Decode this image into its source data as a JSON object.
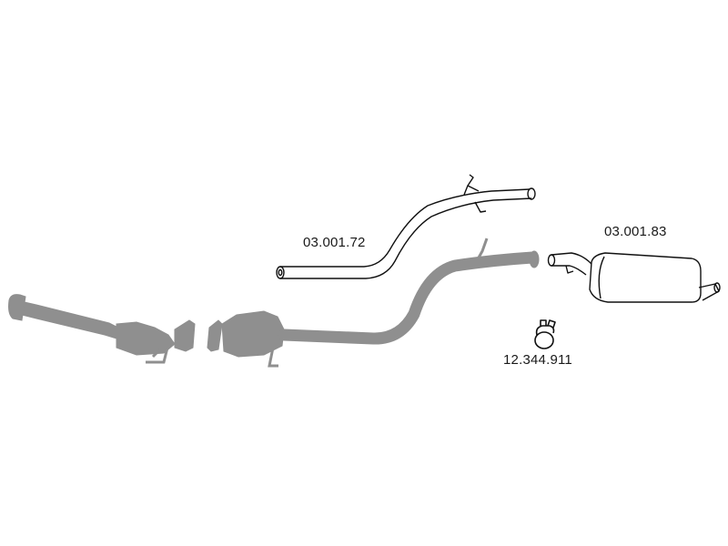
{
  "parts": [
    {
      "id": "front-pipe-cat",
      "label": "",
      "style": "grey-silhouette"
    },
    {
      "id": "middle-pipe",
      "label": "03.001.72",
      "style": "line-drawing"
    },
    {
      "id": "rear-silencer",
      "label": "03.001.83",
      "style": "line-drawing"
    },
    {
      "id": "clamp",
      "label": "12.344.911",
      "style": "line-drawing"
    }
  ],
  "colors": {
    "silhouette": "#8f8f8f",
    "line": "#111111",
    "background": "#ffffff"
  }
}
